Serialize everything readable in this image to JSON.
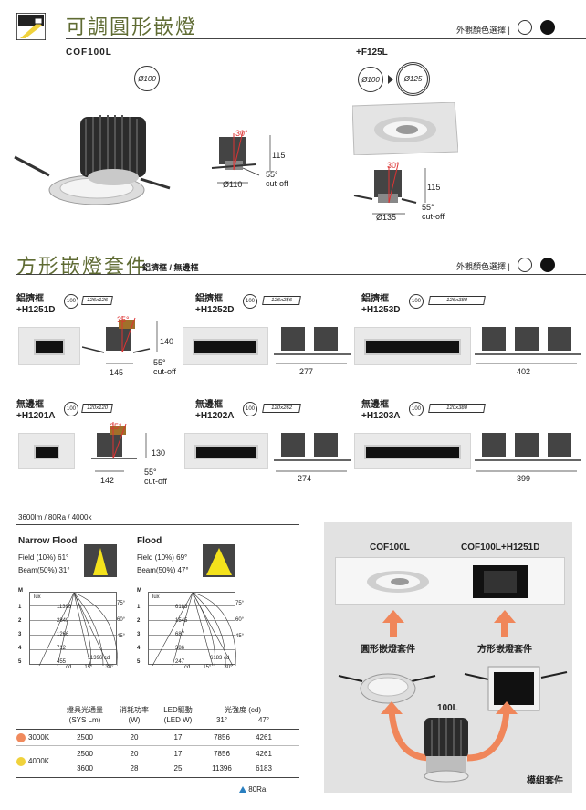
{
  "top": {
    "title": "可調圓形嵌燈",
    "color_select_label": "外觀顏色選擇",
    "model": "COF100L",
    "model_cut": "Ø100",
    "plus_model": "+F125L",
    "plus_cut_from": "Ø100",
    "plus_cut_to": "Ø125",
    "dim1": {
      "angle": "30°",
      "height": "115",
      "width": "Ø110",
      "cutoff": "55°\ncut-off"
    },
    "dim2": {
      "angle": "30°",
      "height": "115",
      "width": "Ø135",
      "cutoff": "55°\ncut-off"
    }
  },
  "square": {
    "title": "方形嵌燈套件",
    "subtitle": "鋁擠框 / 無邊框",
    "color_select_label": "外觀顏色選擇",
    "rows": [
      [
        {
          "type": "鋁擠框",
          "code": "+H1251D",
          "size": "126x126",
          "cut": "100",
          "angle": "35°",
          "h": "140",
          "w": "145",
          "cutoff": "55°\ncut-off"
        },
        {
          "type": "鋁擠框",
          "code": "+H1252D",
          "size": "126x256",
          "cut": "100",
          "w": "277"
        },
        {
          "type": "鋁擠框",
          "code": "+H1253D",
          "size": "126x380",
          "cut": "100",
          "w": "402"
        }
      ],
      [
        {
          "type": "無邊框",
          "code": "+H1201A",
          "size": "120x120",
          "cut": "100",
          "angle": "35°",
          "h": "130",
          "w": "142",
          "cutoff": "55°\ncut-off"
        },
        {
          "type": "無邊框",
          "code": "+H1202A",
          "size": "120x262",
          "cut": "100",
          "w": "274"
        },
        {
          "type": "無邊框",
          "code": "+H1203A",
          "size": "120x380",
          "cut": "100",
          "w": "399"
        }
      ]
    ]
  },
  "photometric": {
    "header": "3600lm / 80Ra / 4000k",
    "narrow": {
      "title": "Narrow Flood",
      "field": "Field (10%) 61°",
      "beam": "Beam(50%) 31°",
      "rows": [
        "1",
        "2",
        "3",
        "4",
        "5"
      ],
      "values": [
        "11396",
        "2849",
        "1266",
        "712",
        "455"
      ],
      "peak": "11396 cd",
      "angles_right": [
        "75°",
        "60°",
        "45°"
      ],
      "x": [
        "cd",
        "15°",
        "30°"
      ],
      "m": "M",
      "lux": "lux"
    },
    "flood": {
      "title": "Flood",
      "field": "Field (10%) 69°",
      "beam": "Beam(50%) 47°",
      "rows": [
        "1",
        "2",
        "3",
        "4",
        "5"
      ],
      "values": [
        "6183",
        "1545",
        "687",
        "386",
        "247"
      ],
      "peak": "6183 cd",
      "angles_right": [
        "75°",
        "60°",
        "45°"
      ],
      "x": [
        "cd",
        "15°",
        "30°"
      ],
      "m": "M",
      "lux": "lux"
    }
  },
  "spec": {
    "headers": [
      "燈具光通量\n(SYS Lm)",
      "消耗功率\n(W)",
      "LED驅動\n(LED W)",
      "光強度 (cd)"
    ],
    "angle_headers": [
      "31°",
      "47°"
    ],
    "rows": [
      {
        "cct": "3000K",
        "color": "#f08a5d",
        "lm": "2500",
        "w": "20",
        "led": "17",
        "c31": "7856",
        "c47": "4261"
      },
      {
        "cct": "4000K",
        "color": "#f0d23c",
        "lm": "2500",
        "w": "20",
        "led": "17",
        "c31": "7856",
        "c47": "4261"
      },
      {
        "cct": "",
        "color": "",
        "lm": "3600",
        "w": "28",
        "led": "25",
        "c31": "11396",
        "c47": "6183"
      }
    ],
    "footnote": "80Ra"
  },
  "module": {
    "left_label": "COF100L",
    "right_label": "COF100L+H1251D",
    "round_kit": "圓形嵌燈套件",
    "square_kit": "方形嵌燈套件",
    "core": "100L",
    "caption": "模組套件",
    "arrow_color": "#f0865a"
  }
}
